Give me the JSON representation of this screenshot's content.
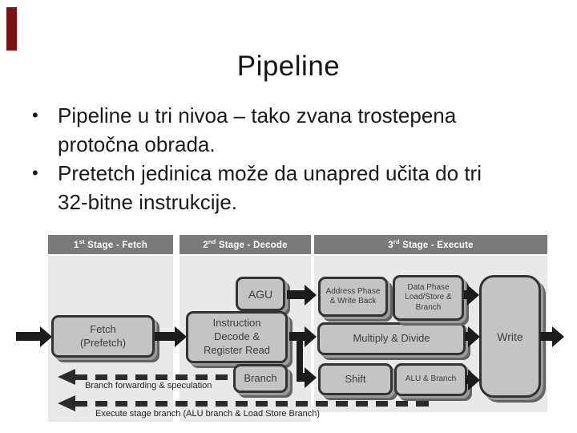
{
  "slide": {
    "title": "Pipeline",
    "bullet_char": "•",
    "bullets": [
      "Pipeline u tri nivoa – tako zvana trostepena\nprotočna obrada.",
      "Pretetch jedinica može da unapred učita do tri\n32-bitne instrukcije."
    ],
    "accent_color": "#7a1113"
  },
  "diagram": {
    "stages": [
      {
        "num": "1",
        "sup": "st",
        "rest": " Stage - Fetch"
      },
      {
        "num": "2",
        "sup": "nd",
        "rest": " Stage - Decode"
      },
      {
        "num": "3",
        "sup": "rd",
        "rest": " Stage - Execute"
      }
    ],
    "boxes": {
      "fetch": "Fetch\n(Prefetch)",
      "agu": "AGU",
      "decode": "Instruction\nDecode &\nRegister Read",
      "branch": "Branch",
      "address": "Address Phase\n& Write Back",
      "data": "Data Phase\nLoad/Store &\nBranch",
      "multiply": "Multiply & Divide",
      "shift": "Shift",
      "alu": "ALU & Branch",
      "write": "Write"
    },
    "labels": {
      "branch_forwarding": "Branch forwarding & speculation",
      "execute_branch": "Execute stage branch (ALU branch & Load Store Branch)"
    },
    "colors": {
      "header_bg": "#7a7a7a",
      "panel_bg": "#e9e9e9",
      "box_fill": "#c4c4c4",
      "box_border": "#333333",
      "arrow": "#1c1c1c"
    }
  }
}
